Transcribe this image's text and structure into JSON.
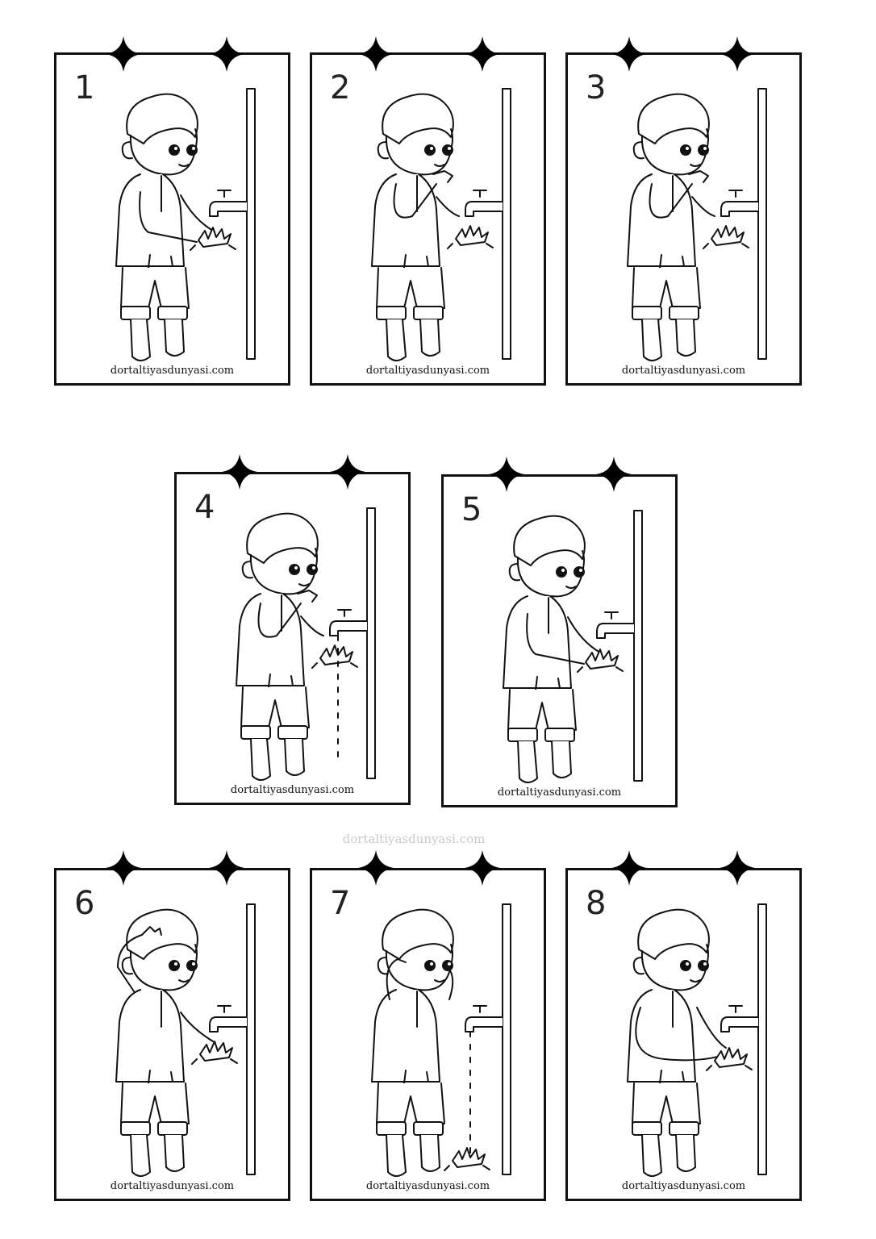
{
  "steps": [
    {
      "number": "1",
      "site": "dortaltiyasdunyasi.com"
    },
    {
      "number": "2",
      "site": "dortaltiyasdunyasi.com"
    },
    {
      "number": "3",
      "site": "dortaltiyasdunyasi.com"
    },
    {
      "number": "4",
      "site": "dortaltiyasdunyasi.com"
    },
    {
      "number": "5",
      "site": "dortaltiyasdunyasi.com"
    },
    {
      "number": "6",
      "site": "dortaltiyasdunyasi.com"
    },
    {
      "number": "7",
      "site": "dortaltiyasdunyasi.com"
    },
    {
      "number": "8",
      "site": "dortaltiyasdunyasi.com"
    }
  ],
  "watermark": "dortaltiyasdunyasi.com",
  "icons": {
    "decoration": "four-point-star-icon",
    "figure": "boy-washing-at-tap-illustration"
  },
  "colors": {
    "line": "#111111",
    "background": "#ffffff",
    "watermark": "#c9c9c9"
  }
}
